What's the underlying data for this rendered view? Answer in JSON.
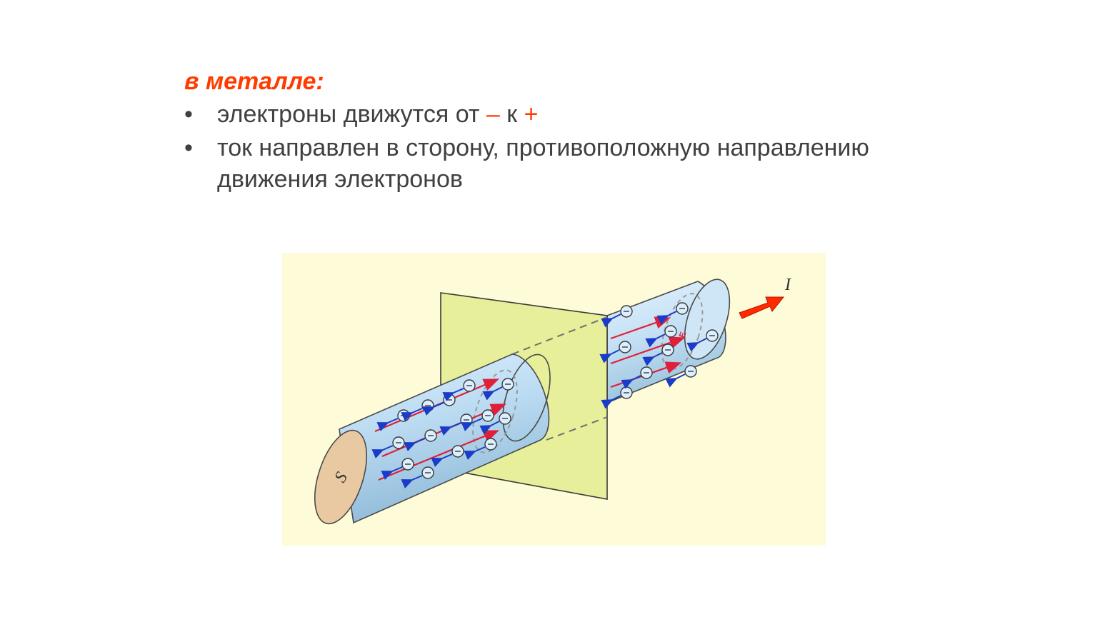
{
  "heading": "в металле:",
  "bullets": [
    {
      "marker": "•",
      "text_before": "электроны движутся от ",
      "minus": "–",
      "middle": " к ",
      "plus": "+"
    },
    {
      "marker": "•",
      "text": "ток направлен в сторону, противоположную направлению движения электронов"
    }
  ],
  "figure": {
    "cross_section_label": "S",
    "current_label": "I",
    "electron_symbol": "–",
    "field_label": "E",
    "colors": {
      "background": "#fefbd8",
      "conductor": "#bfdcee",
      "cross_section": "#e8c9a2",
      "plane": "#e7ef9a",
      "current_arrow": "#ff2a00",
      "field_lines": "#e0203a",
      "electron_arrows": "#1a3cc8",
      "accent_text": "#ff3b00"
    }
  }
}
